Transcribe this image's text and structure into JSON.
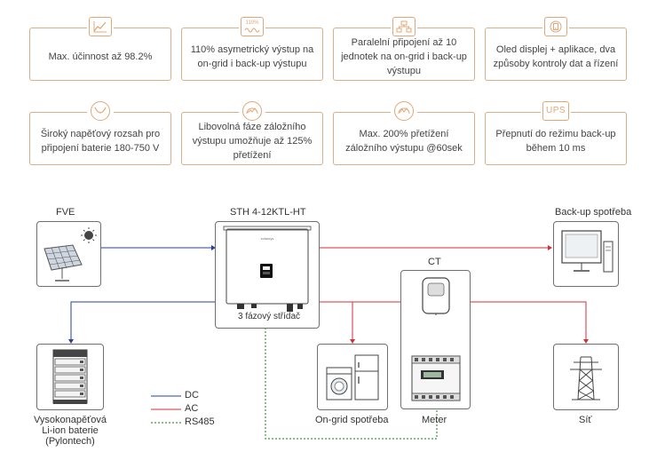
{
  "features": [
    {
      "id": "efficiency",
      "icon": "efficiency-chart-icon",
      "text": "Max. účinnost až 98.2%"
    },
    {
      "id": "asymmetric",
      "icon": "110-percent-wave-icon",
      "text": "110% asymetrický výstup na on-grid i back-up výstupu",
      "icon_text": "110%"
    },
    {
      "id": "parallel",
      "icon": "parallel-network-icon",
      "text": "Paralelní připojení až 10 jednotek na on-grid i back-up výstupu"
    },
    {
      "id": "display",
      "icon": "display-app-icon",
      "text": "Oled displej + aplikace, dva způsoby kontroly dat a řízení"
    },
    {
      "id": "voltage",
      "icon": "voltage-range-icon",
      "text": "Široký napěťový rozsah pro připojení baterie 180-750 V"
    },
    {
      "id": "phase",
      "icon": "phase-gauge-icon",
      "text": "Libovolná fáze záložního výstupu umožňuje až 125% přetížení"
    },
    {
      "id": "overload",
      "icon": "overload-gauge-icon",
      "text": "Max. 200% přetížení záložního výstupu @60sek"
    },
    {
      "id": "ups",
      "icon": "ups-icon",
      "text": "Přepnutí do režimu back-up během 10 ms",
      "icon_text": "UPS"
    }
  ],
  "diagram": {
    "fve": "FVE",
    "inverter_model": "STH 4-12KTL-HT",
    "inverter_caption": "3 fázový střídač",
    "backup_load": "Back-up spotřeba",
    "ct": "CT",
    "battery_line1": "Vysokonapěťová",
    "battery_line2": "Li-ion baterie",
    "battery_line3": "(Pylontech)",
    "ongrid_load": "On-grid spotřeba",
    "meter": "Meter",
    "grid": "Síť",
    "brand_mark": "solarsys"
  },
  "legend": [
    {
      "id": "dc",
      "label": "DC",
      "color": "#2b3f9a",
      "style": "solid"
    },
    {
      "id": "ac",
      "label": "AC",
      "color": "#d32f3a",
      "style": "solid"
    },
    {
      "id": "rs485",
      "label": "RS485",
      "color": "#3a9a3a",
      "style": "dotted"
    }
  ],
  "colors": {
    "accent": "#e0a878",
    "dc": "#2b3f9a",
    "ac": "#d32f3a",
    "rs485": "#3a9a3a",
    "frame": "#707070"
  }
}
